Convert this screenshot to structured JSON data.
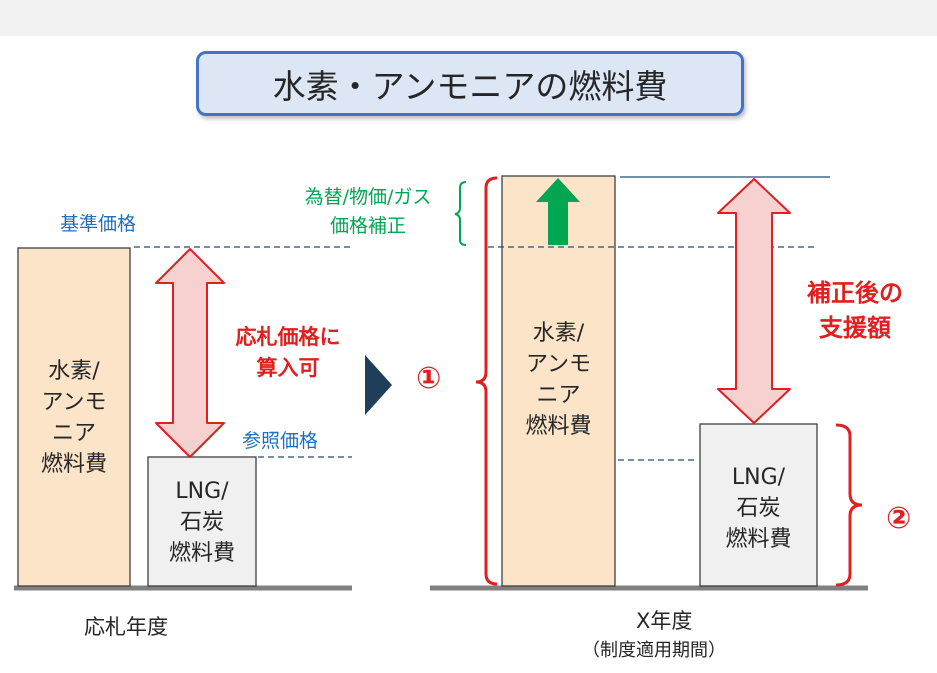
{
  "title": "水素・アンモニアの燃料費",
  "left": {
    "base_price_label": "基準価格",
    "ref_price_label": "参照価格",
    "h2_bar_lines": [
      "水素/",
      "アンモ",
      "ニア",
      "燃料費"
    ],
    "lng_bar_lines": [
      "LNG/",
      "石炭",
      "燃料費"
    ],
    "bid_note_lines": [
      "応札価格に",
      "算入可"
    ],
    "x_label": "応札年度"
  },
  "right": {
    "correction_lines": [
      "為替/物価/ガス",
      "価格補正"
    ],
    "h2_bar_lines": [
      "水素/",
      "アンモ",
      "ニア",
      "燃料費"
    ],
    "lng_bar_lines": [
      "LNG/",
      "石炭",
      "燃料費"
    ],
    "support_lines": [
      "補正後の",
      "支援額"
    ],
    "x_label": "X年度",
    "x_sublabel": "（制度適用期間）"
  },
  "markers": {
    "one": "①",
    "two": "②"
  },
  "colors": {
    "h2_bar": "#fce4c8",
    "lng_bar": "#f0f0f0",
    "accent_red": "#e02020",
    "accent_blue": "#1f6fbf",
    "accent_green": "#00a651",
    "arrow_fill": "#f7d0d0",
    "title_bg": "#dce6f5",
    "title_border": "#4472c4"
  }
}
